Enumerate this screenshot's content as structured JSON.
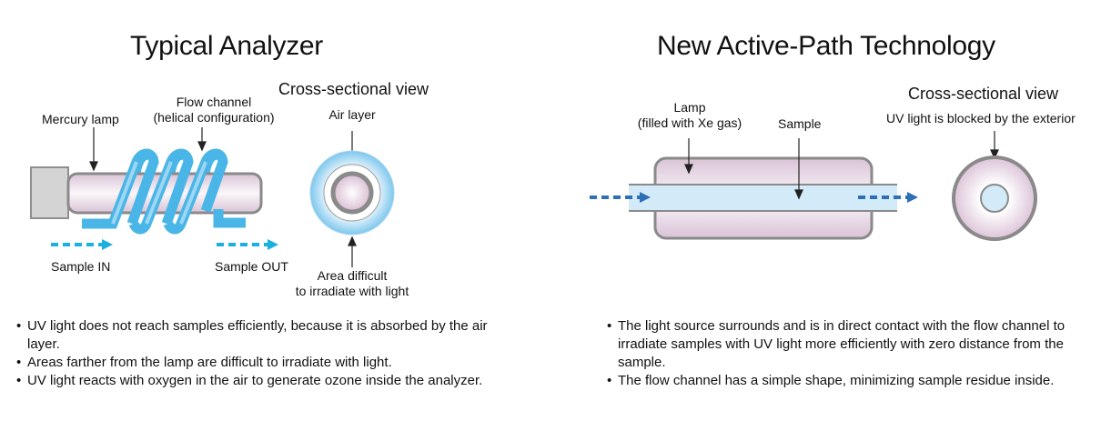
{
  "left": {
    "title": "Typical Analyzer",
    "cross_section_title": "Cross-sectional view",
    "labels": {
      "mercury_lamp": "Mercury lamp",
      "flow_channel_1": "Flow channel",
      "flow_channel_2": "(helical configuration)",
      "air_layer": "Air layer",
      "sample_in": "Sample IN",
      "sample_out": "Sample OUT",
      "area_difficult_1": "Area difficult",
      "area_difficult_2": "to irradiate with light"
    },
    "bullets": [
      "UV light does not reach samples efficiently, because it is absorbed by the air layer.",
      "Areas farther from the lamp are difficult to irradiate with light.",
      "UV light reacts with oxygen in the air to generate ozone inside the analyzer."
    ]
  },
  "right": {
    "title": "New Active-Path Technology",
    "cross_section_title": "Cross-sectional view",
    "labels": {
      "lamp_1": "Lamp",
      "lamp_2": "(filled with Xe gas)",
      "sample": "Sample",
      "uv_blocked": "UV light is blocked  by the exterior"
    },
    "bullets": [
      "The light source surrounds and is in direct contact with the flow channel to irradiate samples with UV light more efficiently with zero distance from the sample.",
      "The flow channel has a simple shape, minimizing sample residue inside."
    ]
  },
  "colors": {
    "flow_blue": "#4db8e8",
    "arrow_cyan": "#1ab0e0",
    "arrow_darkblue": "#2e6fb5",
    "lamp_pink": "#e4d0df",
    "outline_gray": "#8a8a8a"
  }
}
